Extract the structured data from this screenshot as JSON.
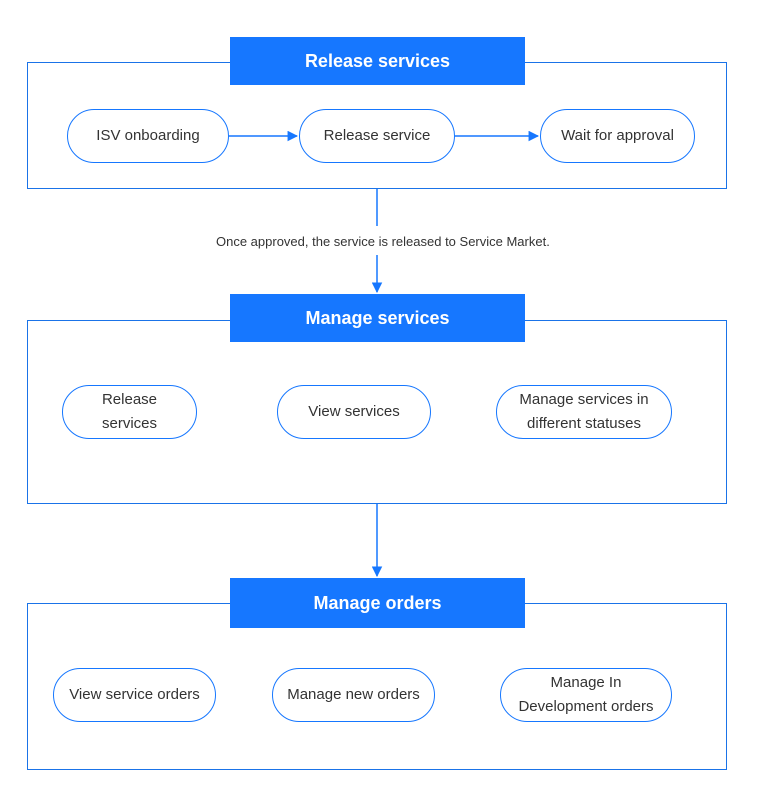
{
  "colors": {
    "accent": "#1677ff",
    "border": "#1a73e8",
    "text": "#333333"
  },
  "sections": {
    "release": {
      "title": "Release services",
      "steps": [
        "ISV onboarding",
        "Release service",
        "Wait for approval"
      ]
    },
    "manage_services": {
      "title": "Manage services",
      "items": [
        "Release services",
        "View services",
        "Manage services in different statuses"
      ]
    },
    "manage_orders": {
      "title": "Manage orders",
      "items": [
        "View service orders",
        "Manage new orders",
        "Manage In Development orders"
      ]
    }
  },
  "connector_note": "Once approved, the service is released to Service Market."
}
